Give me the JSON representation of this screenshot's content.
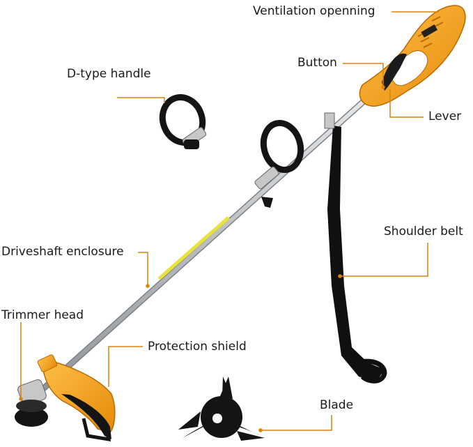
{
  "labels": {
    "ventilation": "Ventilation openning",
    "button": "Button",
    "lever": "Lever",
    "d_handle": "D-type handle",
    "shoulder_belt": "Shoulder belt",
    "driveshaft": "Driveshaft enclosure",
    "trimmer_head": "Trimmer head",
    "protection_shield": "Protection shield",
    "blade": "Blade"
  },
  "colors": {
    "leader": "#d9820f",
    "motor_orange": "#f5a218",
    "shaft": "#b9bcbf",
    "handle_black": "#141414",
    "shaft_decal": "#e8e23a"
  }
}
